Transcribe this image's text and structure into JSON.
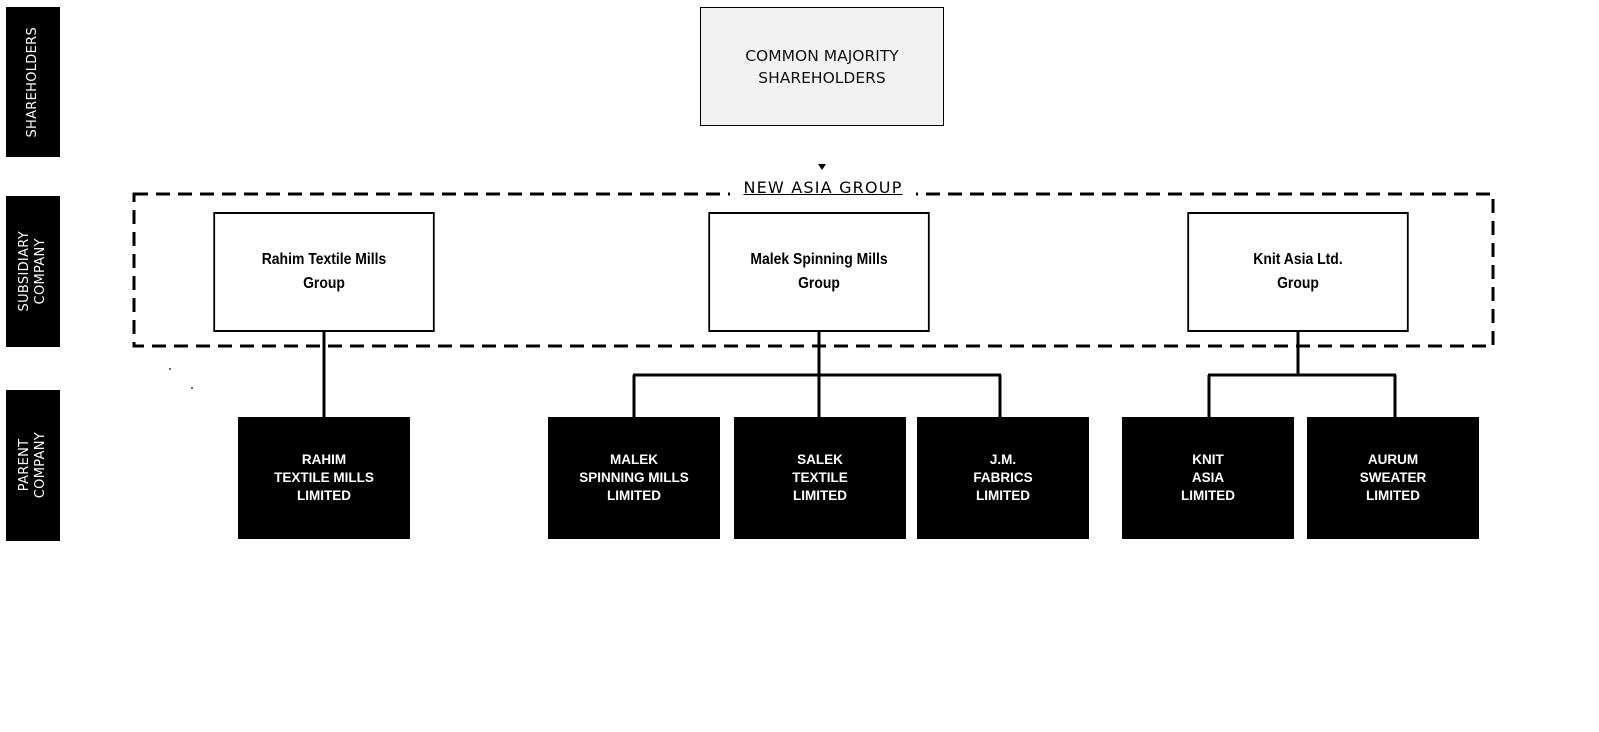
{
  "side_labels": {
    "shareholders": [
      "SHAREHOLDERS"
    ],
    "subsidiary": [
      "SUBSIDIARY",
      "COMPANY"
    ],
    "parent": [
      "PARENT",
      "COMPANY"
    ]
  },
  "top": {
    "lines": [
      "COMMON MAJORITY",
      "SHAREHOLDERS"
    ]
  },
  "group_title": "NEW ASIA GROUP",
  "subsidiaries": [
    {
      "lines": [
        "Rahim Textile Mills",
        "Group"
      ]
    },
    {
      "lines": [
        "Malek Spinning Mills",
        "Group"
      ]
    },
    {
      "lines": [
        "Knit Asia  Ltd.",
        "Group"
      ]
    }
  ],
  "parents": [
    {
      "lines": [
        "RAHIM",
        "TEXTILE MILLS",
        "LIMITED"
      ]
    },
    {
      "lines": [
        "MALEK",
        "SPINNING MILLS",
        "LIMITED"
      ]
    },
    {
      "lines": [
        "SALEK",
        "TEXTILE",
        "LIMITED"
      ]
    },
    {
      "lines": [
        "J.M.",
        "FABRICS",
        "LIMITED"
      ]
    },
    {
      "lines": [
        "KNIT",
        "ASIA",
        "LIMITED"
      ]
    },
    {
      "lines": [
        "AURUM",
        "SWEATER",
        "LIMITED"
      ]
    }
  ]
}
